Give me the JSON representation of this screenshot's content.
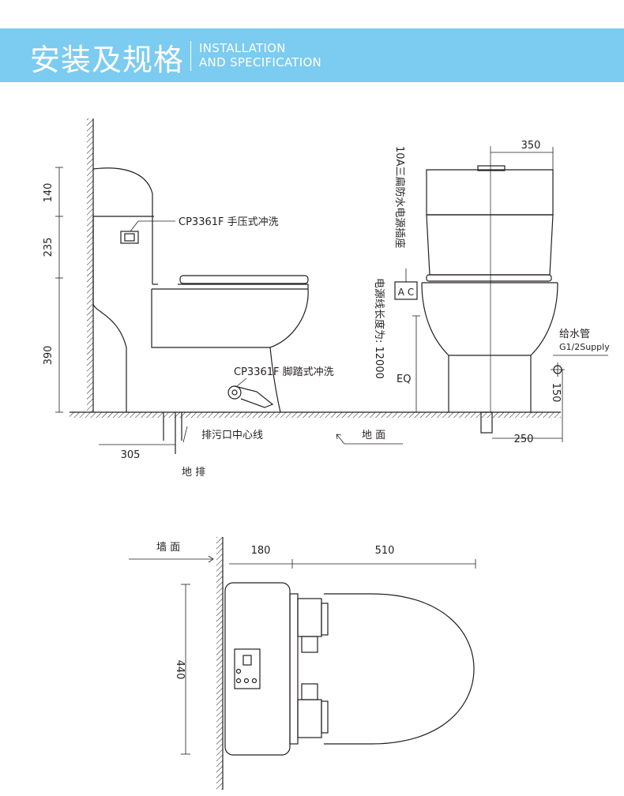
{
  "header": {
    "title_cn": "安装及规格",
    "title_en_line1": "INSTALLATION",
    "title_en_line2": "AND SPECIFICATION"
  },
  "side_view": {
    "dim_top": "140",
    "dim_mid": "235",
    "dim_bottom": "390",
    "hand_flush_label": "CP3361F 手压式冲洗",
    "foot_flush_label": "CP3361F 脚踏式冲洗",
    "drain_center_label": "排污口中心线",
    "floor_label": "地 面",
    "dim_drain": "305",
    "floor_drain_label": "地 排"
  },
  "front_view": {
    "dim_width": "350",
    "socket_label": "10A三扁防水电源插座",
    "ac_label": "A C",
    "cord_label": "电源线长度为: 12000",
    "eq_label": "EQ",
    "water_pipe_label": "给水管",
    "water_supply_spec": "G1/2Supply",
    "dim_water_height": "150",
    "dim_water_offset": "250"
  },
  "top_view": {
    "wall_label": "墙 面",
    "dim_tank_depth": "180",
    "dim_bowl_length": "510",
    "dim_width": "440"
  },
  "colors": {
    "banner": "#7ccbf0",
    "line": "#231f20"
  }
}
